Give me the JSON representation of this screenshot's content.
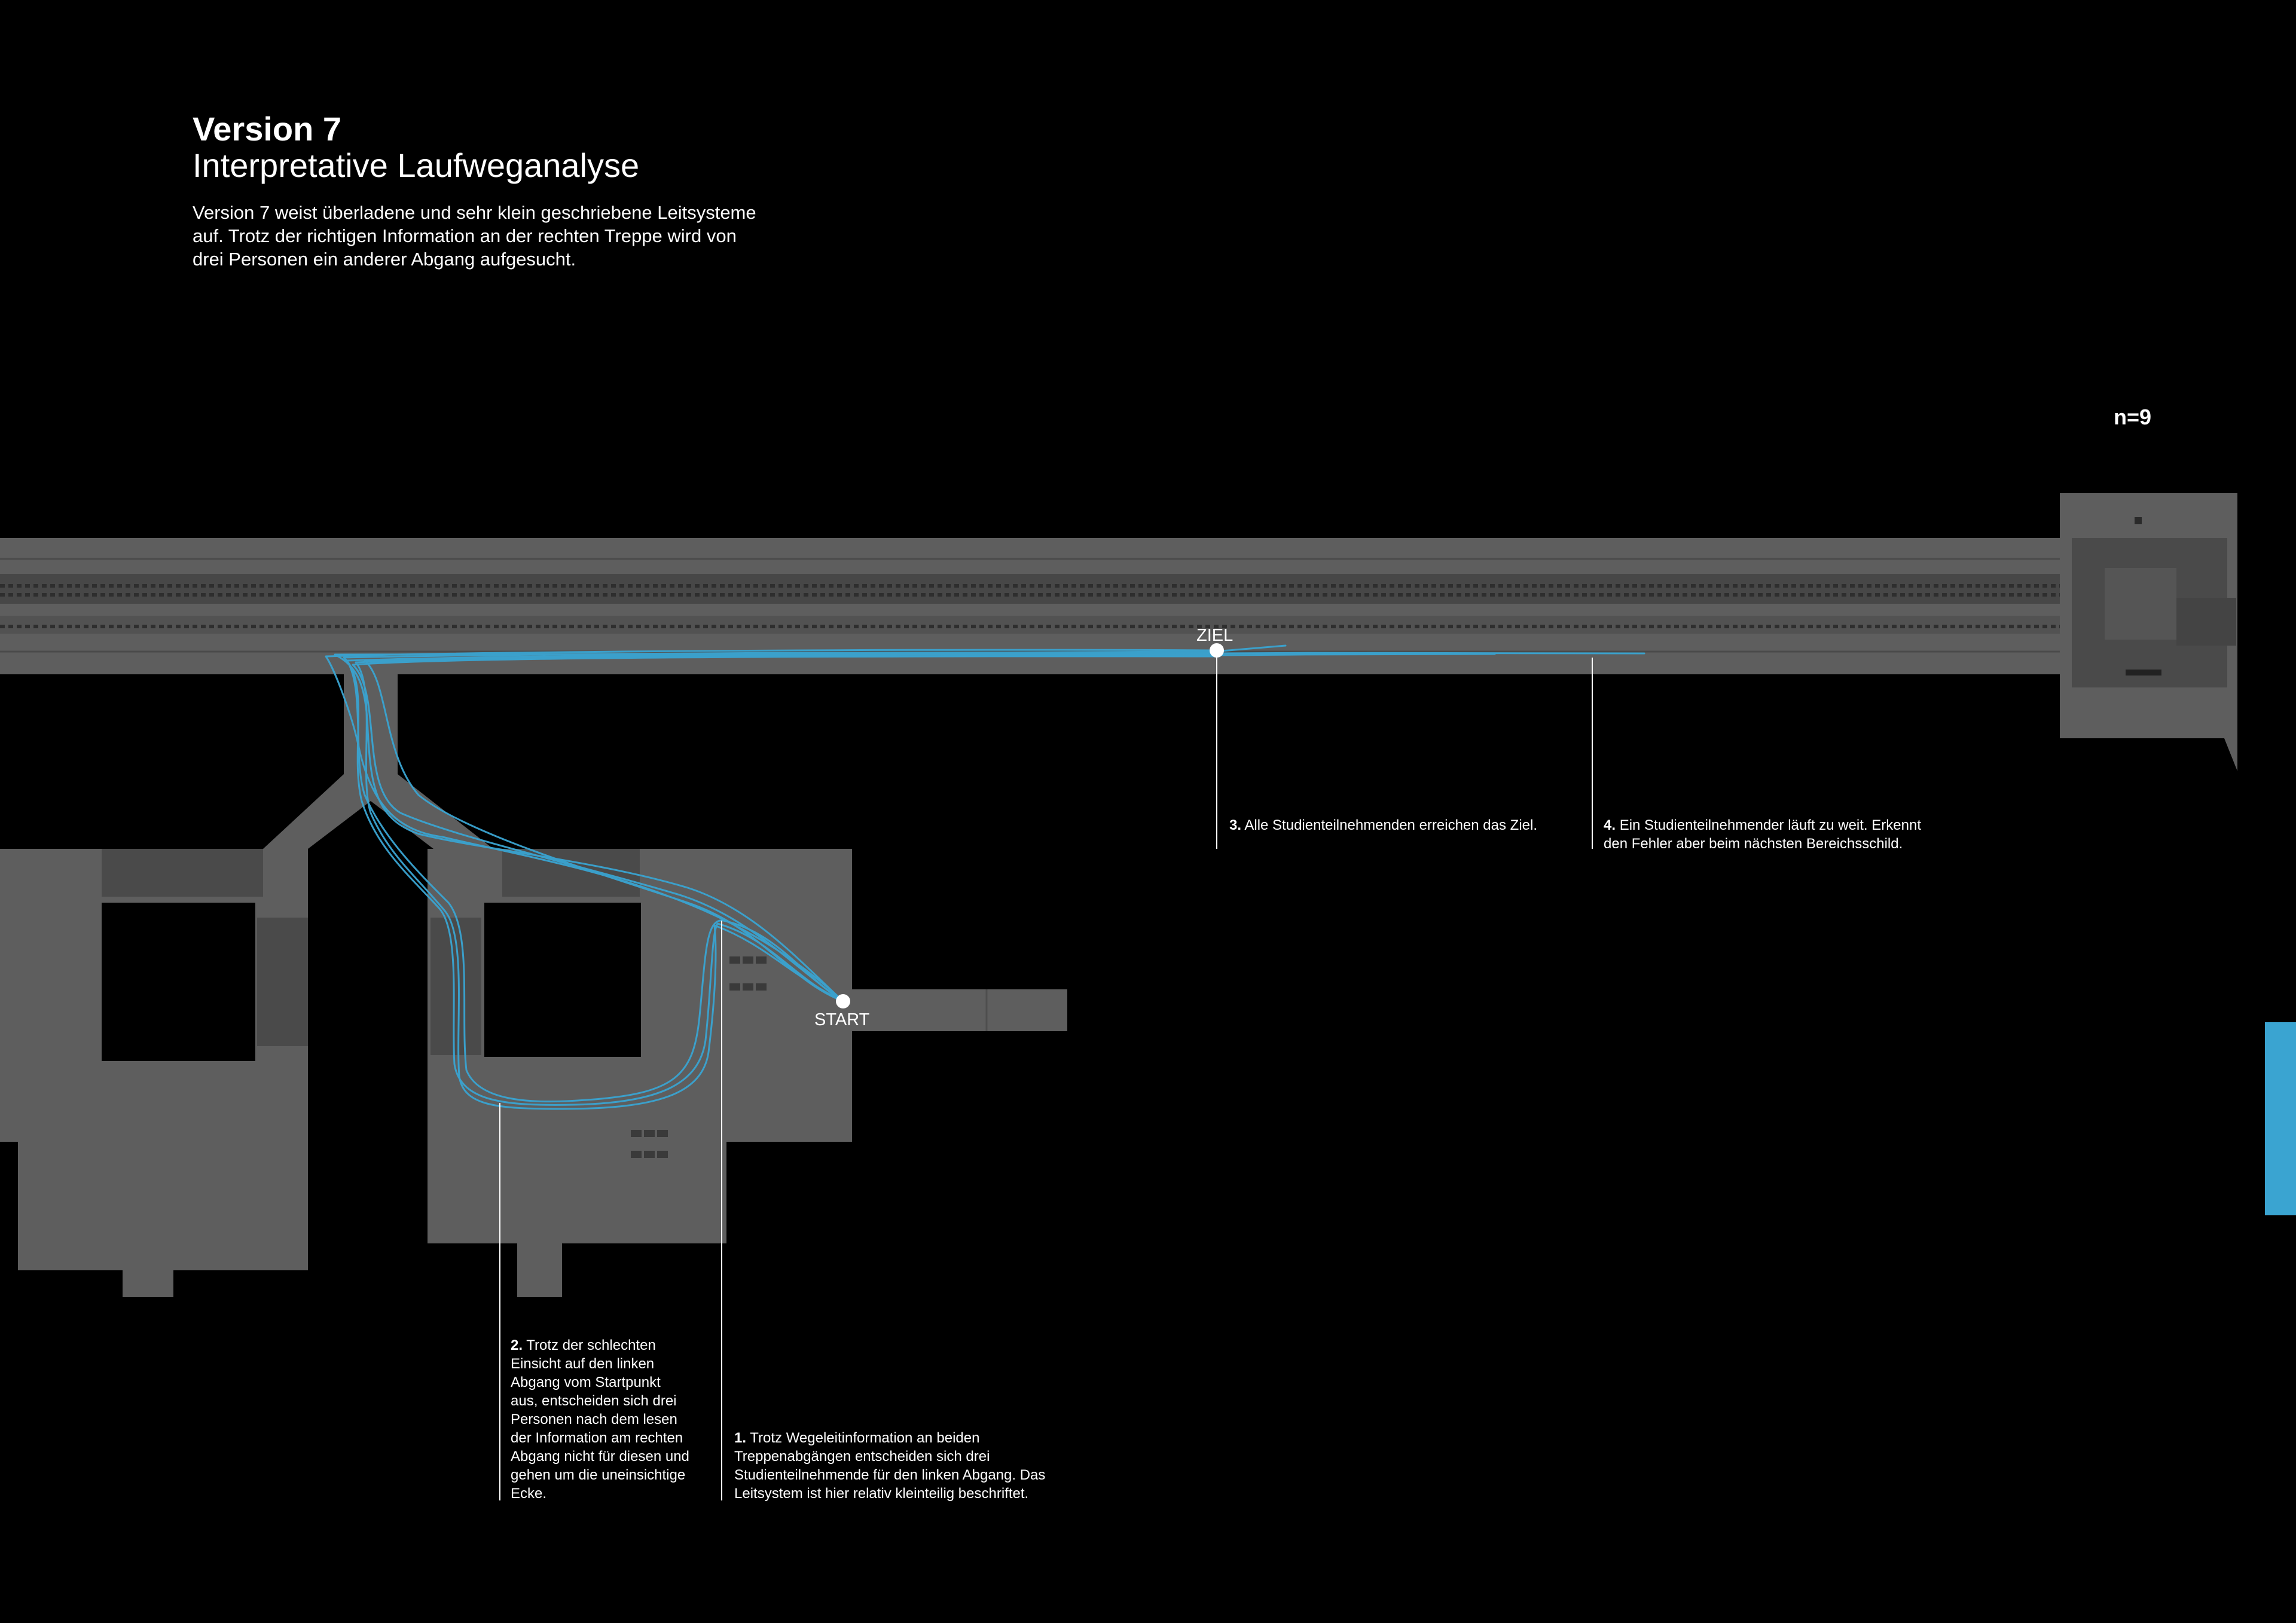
{
  "header": {
    "title": "Version 7",
    "subtitle": "Interpretative Laufweganalyse",
    "intro": "Version 7 weist überladene und sehr klein geschriebene Leitsysteme auf. Trotz der richtigen Information an der rechten Treppe wird von drei Personen ein anderer Abgang aufgesucht."
  },
  "sample": {
    "label": "n=9"
  },
  "markers": {
    "start": "START",
    "ziel": "ZIEL"
  },
  "notes": [
    {
      "num": "1.",
      "text": "Trotz Wegeleitinformation an beiden Treppenabgängen entscheiden sich drei Studienteilnehmende für den linken Abgang. Das Leitsystem ist hier relativ kleinteilig beschriftet."
    },
    {
      "num": "2.",
      "text": "Trotz der schlechten Einsicht auf den linken Abgang vom Startpunkt aus, entscheiden sich drei Personen nach dem lesen der Information am rechten Abgang nicht für diesen und gehen um die uneinsichtige Ecke."
    },
    {
      "num": "3.",
      "text": "Alle Studienteilnehmenden erreichen das Ziel."
    },
    {
      "num": "4.",
      "text": "Ein Studienteilnehmender läuft zu weit. Erkennt den Fehler aber beim nächsten Bereichsschild."
    }
  ],
  "colors": {
    "path": "#3aa4d1",
    "plan": "#5a5a5a",
    "plan_dark": "#3a3a3a",
    "background": "#000000",
    "accent_tab": "#3aa4d1"
  }
}
